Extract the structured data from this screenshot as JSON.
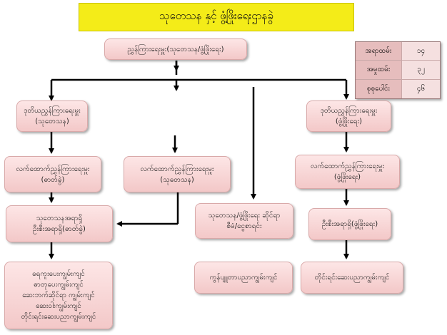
{
  "title": "သုတေသန နှင့် ဖွံ့ဖြိုးရေးဌာနခွဲ",
  "top_box": "ညွှန်ကြားရေးမှူး(သုတေသန/ဖွံ့ဖြိုးရေး)",
  "stats": [
    {
      "label": "အရာထမ်း",
      "value": "၁၄"
    },
    {
      "label": "အမှုထမ်း",
      "value": "၃၂"
    },
    {
      "label": "စုစုပေါင်း",
      "value": "၄၆"
    }
  ],
  "left_column": {
    "deputy": [
      "ဒုတိယညွှန်ကြားရေးမှူး",
      "(သုတေသန)"
    ],
    "assistant": [
      "လက်ထောက်ညွှန်ကြားရေးမှူး",
      "(ဓာတ်ခွဲ)"
    ],
    "head": [
      "သုတေသနအရာရှိ",
      "ဦးစီးအရာရှိ(ဓာတ်ခွဲ)"
    ],
    "sections": [
      "ရေကူးပေးကျွမ်းကျင်",
      "ဓာတုပေးကျွမ်းကျင်",
      "ဆေးဘက်ဆိုင်ရာ ကျွမ်းကျင်",
      "ဆေးဝါးကျွမ်းကျင်",
      "တိုင်းရင်းဆေးပညာကျွမ်းကျင်"
    ]
  },
  "middle_column": {
    "assistant": [
      "လက်ထောက်ညွှန်ကြားရေးမှူး",
      "(သုတေသန)"
    ]
  },
  "center_column": {
    "research": [
      "သုတေသန/ဖွံ့ဖြိုးရေး ဆိုင်ရာ",
      "စီမံ/ငွေစာရင်း"
    ],
    "computer": [
      "ကွန်ပျူတာပညာကျွမ်းကျင်"
    ]
  },
  "right_column": {
    "deputy": [
      "ဒုတိယညွှန်ကြားရေးမှူး",
      "(ဖွံ့ဖြိုးရေး)"
    ],
    "assistant": [
      "လက်ထောက်ညွှန်ကြားရေးမှူး",
      "(ဖွံ့ဖြိုးရေး)"
    ],
    "head": [
      "ဦးစီးအရာရှိ(ဖွံ့ဖြိုးရေး)"
    ],
    "sections": [
      "တိုင်းရင်းဆေးပညာကျွမ်းကျင်"
    ]
  }
}
